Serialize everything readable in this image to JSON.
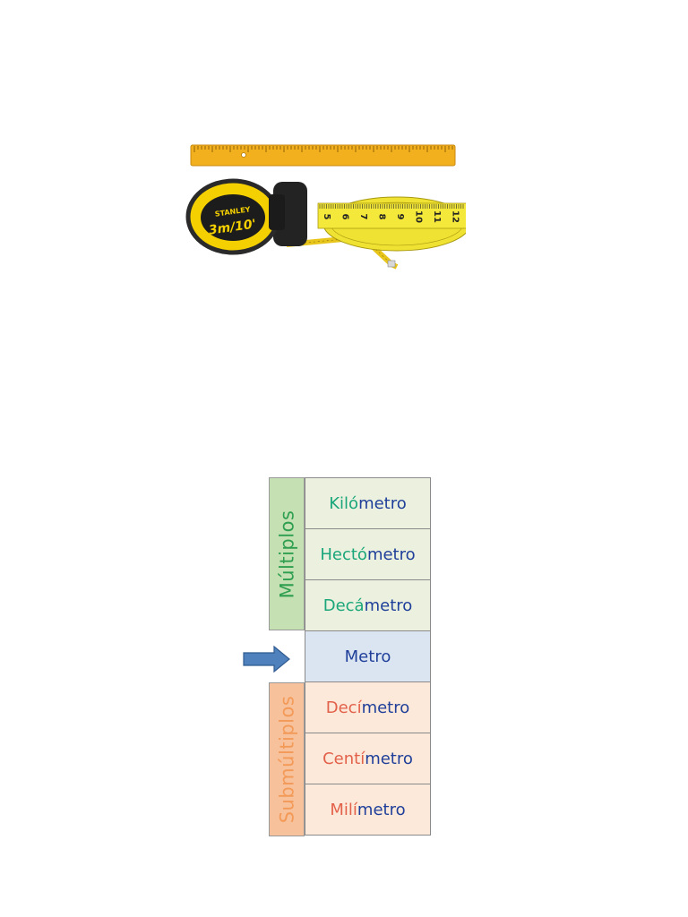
{
  "ruler": {
    "brand": "STANLEY",
    "tape_spec_main": "3m/10'"
  },
  "tape_numbers": [
    "5",
    "6",
    "7",
    "8",
    "9",
    "10",
    "11",
    "12"
  ],
  "diagram": {
    "multiples_label": "Múltiplos",
    "submultiples_label": "Submúltiplos",
    "multiples": [
      {
        "prefix": "Kiló",
        "root": "metro"
      },
      {
        "prefix": "Hectó",
        "root": "metro"
      },
      {
        "prefix": "Decá",
        "root": "metro"
      }
    ],
    "base": {
      "label": "Metro"
    },
    "submultiples": [
      {
        "prefix": "Decí",
        "root": "metro"
      },
      {
        "prefix": "Centí",
        "root": "metro"
      },
      {
        "prefix": "Milí",
        "root": "metro"
      }
    ]
  },
  "colors": {
    "multiples_group": "#c5e0b3",
    "multiples_text": "#2e9e4f",
    "submultiples_group": "#f7c19b",
    "submultiples_text": "#f39a58",
    "arrow": "#4f81bd"
  }
}
